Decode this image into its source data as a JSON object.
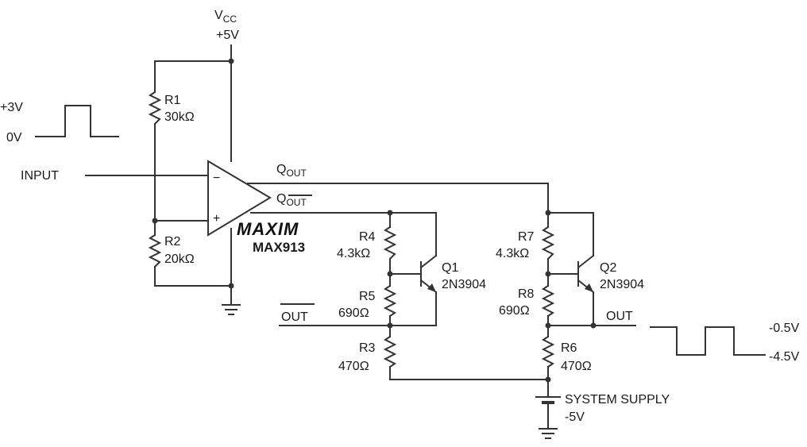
{
  "supply": {
    "vcc_label": "V",
    "vcc_sub": "CC",
    "vcc_value": "+5V"
  },
  "input": {
    "label": "INPUT",
    "high_level": "+3V",
    "low_level": "0V"
  },
  "ic": {
    "brand": "MAXIM",
    "part": "MAX913",
    "inv_pin": "−",
    "noninv_pin": "+",
    "q_out": "Q",
    "q_out_sub": "OUT",
    "q_outbar": "Q",
    "q_outbar_sub": "OUT"
  },
  "resistors": {
    "r1": {
      "name": "R1",
      "value": "30kΩ"
    },
    "r2": {
      "name": "R2",
      "value": "20kΩ"
    },
    "r3": {
      "name": "R3",
      "value": "470Ω"
    },
    "r4": {
      "name": "R4",
      "value": "4.3kΩ"
    },
    "r5": {
      "name": "R5",
      "value": "690Ω"
    },
    "r6": {
      "name": "R6",
      "value": "470Ω"
    },
    "r7": {
      "name": "R7",
      "value": "4.3kΩ"
    },
    "r8": {
      "name": "R8",
      "value": "690Ω"
    }
  },
  "transistors": {
    "q1": {
      "name": "Q1",
      "part": "2N3904"
    },
    "q2": {
      "name": "Q2",
      "part": "2N3904"
    }
  },
  "outputs": {
    "out": "OUT",
    "out_bar": "OUT",
    "high_level": "-0.5V",
    "low_level": "-4.5V"
  },
  "system_supply": {
    "label": "SYSTEM SUPPLY",
    "value": "-5V"
  }
}
